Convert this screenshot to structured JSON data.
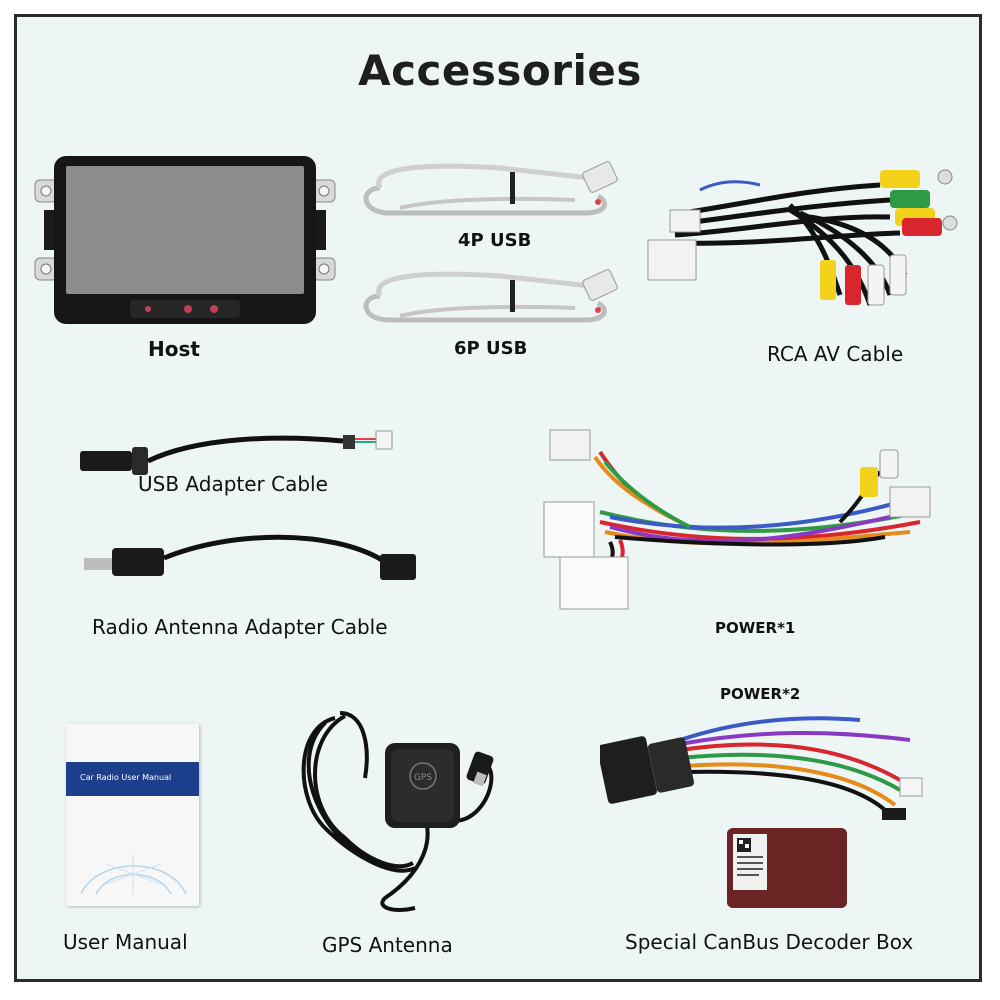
{
  "title": "Accessories",
  "items": {
    "host": "Host",
    "usb4p": "4P USB",
    "usb6p": "6P USB",
    "rca": "RCA AV Cable",
    "usb_adapter": "USB Adapter Cable",
    "radio_antenna": "Radio Antenna Adapter Cable",
    "power1": "POWER*1",
    "power2": "POWER*2",
    "manual": "User Manual",
    "gps": "GPS Antenna",
    "canbus": "Special CanBus Decoder Box"
  },
  "manual_cover_text": "Car Radio User Manual",
  "gps_label": "GPS",
  "colors": {
    "background": "#eef5f5",
    "border": "#2b2b2b",
    "rca_yellow": "#f2d21a",
    "rca_red": "#d8262e",
    "rca_white": "#f4f4f4",
    "rca_green": "#2e9a46"
  }
}
